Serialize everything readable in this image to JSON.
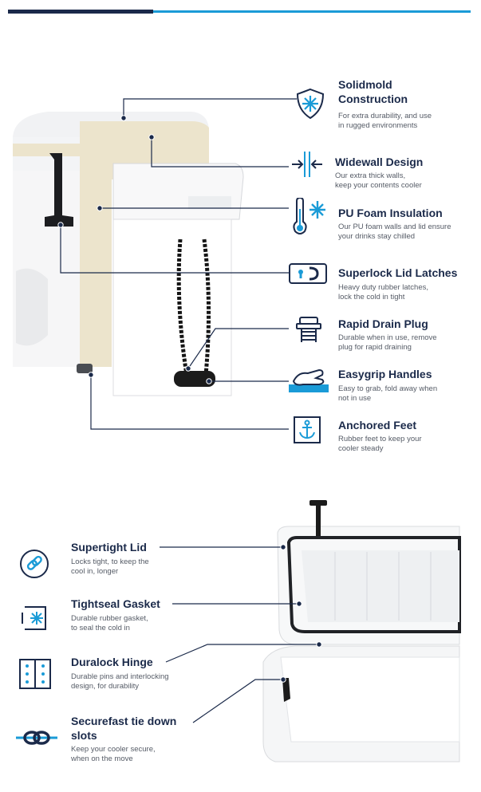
{
  "colors": {
    "navy": "#1b2a4a",
    "accent_blue": "#1a9bd7",
    "foam_insulation": "#ece4cc",
    "text_gray": "#555b66"
  },
  "upper_section": {
    "features": [
      {
        "title_lines": [
          "Solidmold",
          "Construction"
        ],
        "description_lines": [
          "For extra durability, and use",
          "in rugged environments"
        ],
        "icon": "shield-spark-icon"
      },
      {
        "title_lines": [
          "Widewall Design"
        ],
        "description_lines": [
          "Our extra thick walls,",
          "keep your contents cooler"
        ],
        "icon": "wall-arrows-icon"
      },
      {
        "title_lines": [
          "PU Foam Insulation"
        ],
        "description_lines": [
          "Our PU foam walls and lid ensure",
          "your drinks stay chilled"
        ],
        "icon": "thermometer-snowflake-icon"
      },
      {
        "title_lines": [
          "Superlock Lid Latches"
        ],
        "description_lines": [
          "Heavy duty rubber latches,",
          "lock the cold in tight"
        ],
        "icon": "latch-lock-icon"
      },
      {
        "title_lines": [
          "Rapid Drain Plug"
        ],
        "description_lines": [
          "Durable when in use, remove",
          "plug for rapid draining"
        ],
        "icon": "drain-plug-icon"
      },
      {
        "title_lines": [
          "Easygrip Handles"
        ],
        "description_lines": [
          "Easy to grab, fold away when",
          "not in use"
        ],
        "icon": "hand-grip-icon"
      },
      {
        "title_lines": [
          "Anchored Feet"
        ],
        "description_lines": [
          "Rubber feet to keep your",
          "cooler steady"
        ],
        "icon": "anchor-icon"
      }
    ]
  },
  "lower_section": {
    "features": [
      {
        "title_lines": [
          "Supertight Lid"
        ],
        "description_lines": [
          "Locks tight, to keep the",
          "cool in, longer"
        ],
        "icon": "link-lock-icon"
      },
      {
        "title_lines": [
          "Tightseal Gasket"
        ],
        "description_lines": [
          "Durable rubber gasket,",
          "to seal the cold in"
        ],
        "icon": "gasket-snowflake-icon"
      },
      {
        "title_lines": [
          "Duralock Hinge"
        ],
        "description_lines": [
          "Durable pins and interlocking",
          "design, for durability"
        ],
        "icon": "hinge-icon"
      },
      {
        "title_lines": [
          "Securefast tie down",
          "slots"
        ],
        "description_lines": [
          "Keep your cooler secure,",
          "when on the move"
        ],
        "icon": "rope-knot-icon"
      }
    ]
  }
}
